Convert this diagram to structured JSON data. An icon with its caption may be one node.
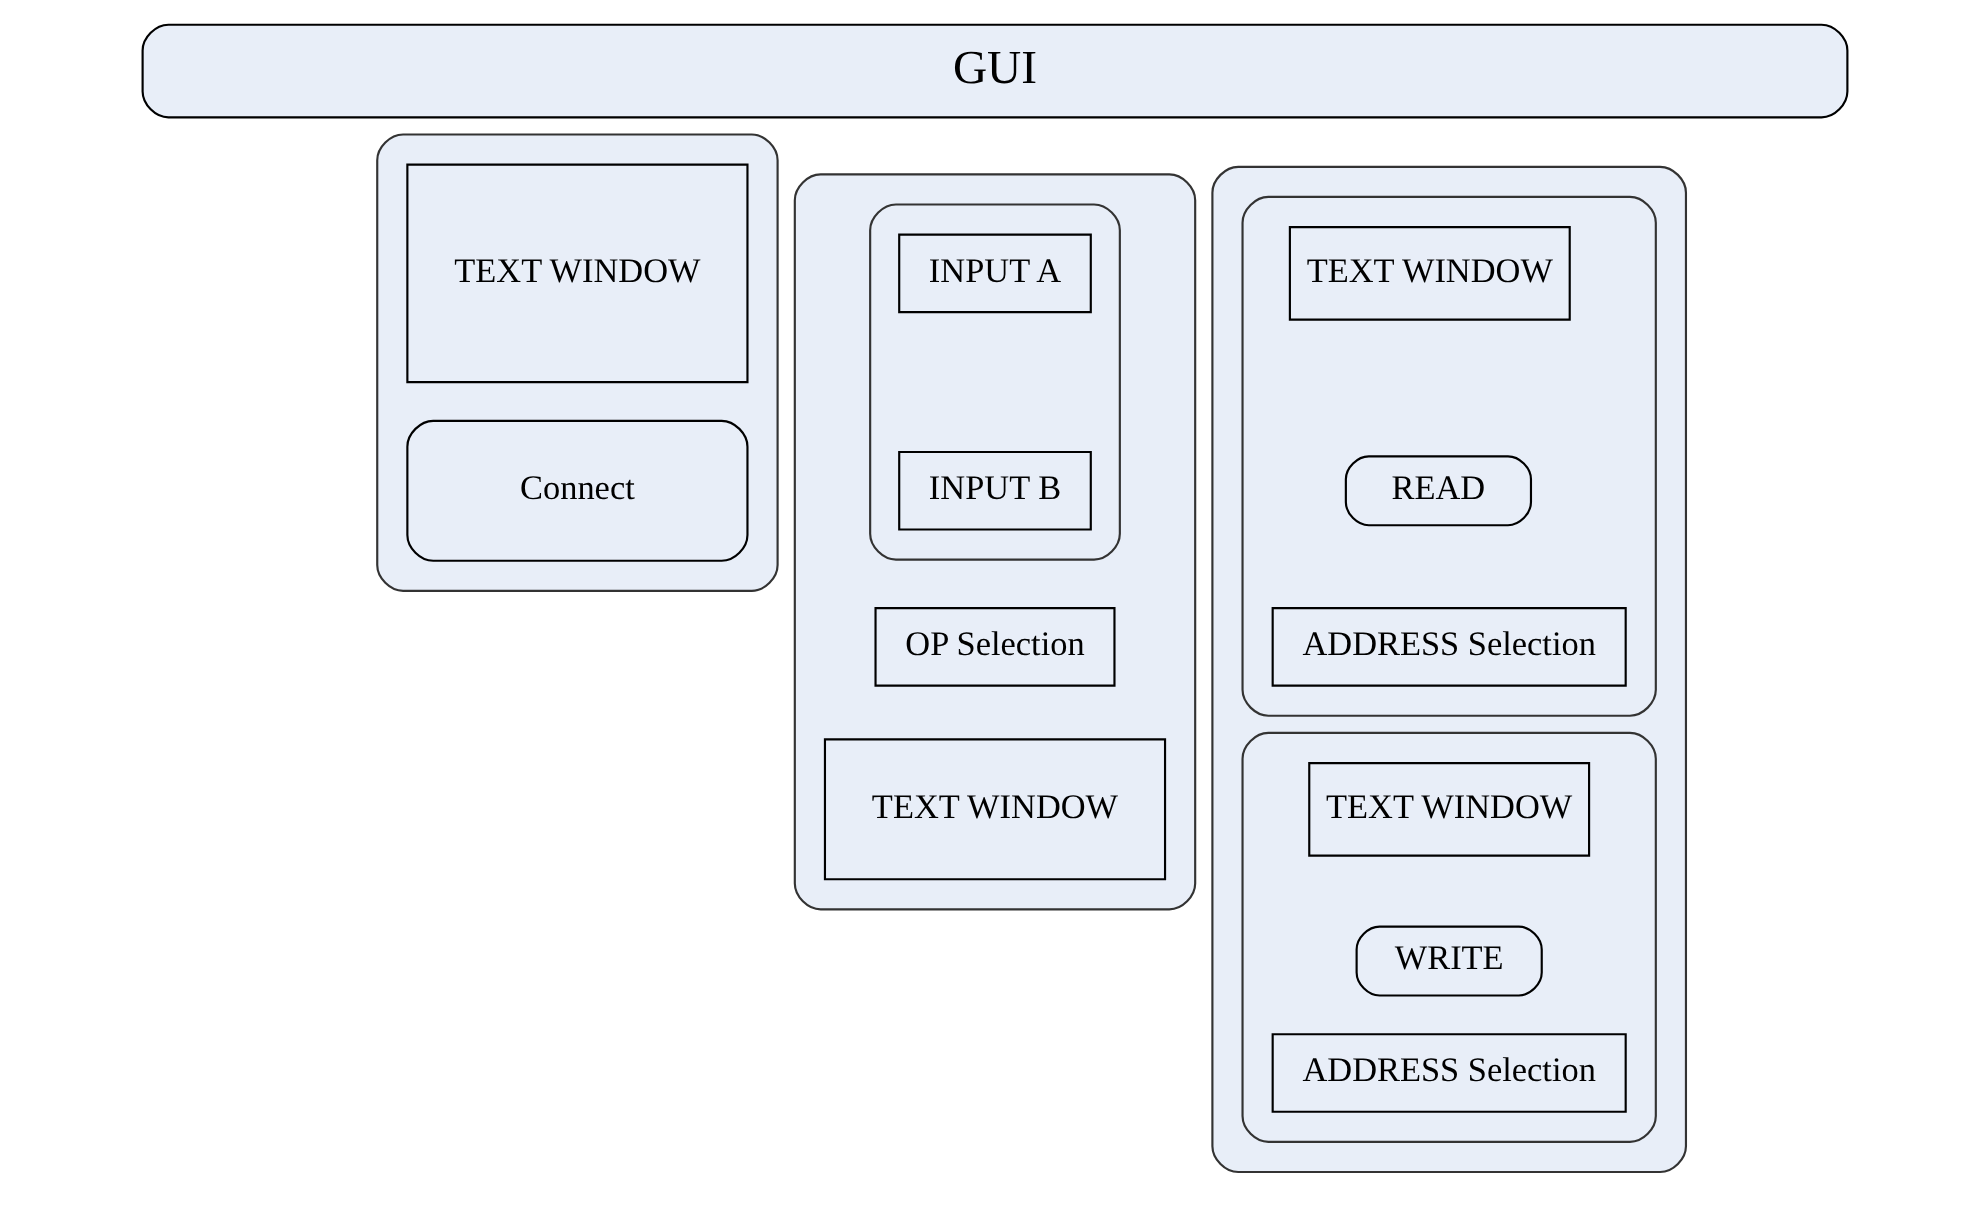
{
  "diagram": {
    "nodes": [
      {
        "text": [
          "GUI"
        ]
      },
      {
        "text": [],
        "shape": "box"
      },
      {
        "text": [
          "TEXT WINDOW"
        ],
        "in": 1
      },
      {
        "text": [
          "Connect"
        ],
        "in": 1
      },
      {
        "text": [],
        "shape": "box"
      },
      {
        "text": [],
        "shape": "box",
        "in": 4
      },
      {
        "text": [
          "INPUT A"
        ],
        "in": 5
      },
      {
        "text": [
          "INPUT B"
        ],
        "in": 5
      },
      {
        "text": [
          "OP Selection"
        ],
        "in": 4
      },
      {
        "text": [
          "TEXT WINDOW"
        ],
        "in": 4
      },
      {
        "text": [],
        "shape": "box"
      },
      {
        "text": [],
        "shape": "box",
        "in": 10
      },
      {
        "text": [
          "TEXT WINDOW"
        ],
        "in": 11
      },
      {
        "text": [
          "READ"
        ],
        "in": 11
      },
      {
        "text": [
          "ADDRESS Selection"
        ],
        "in": 11
      },
      {
        "text": [],
        "shape": "box",
        "in": 10
      },
      {
        "text": [
          "TEXT WINDOW"
        ],
        "in": 15
      },
      {
        "text": [
          "WRITE"
        ],
        "in": 15
      },
      {
        "text": [
          "ADDRESS Selection"
        ],
        "in": 15
      }
    ],
    "edges": []
  }
}
